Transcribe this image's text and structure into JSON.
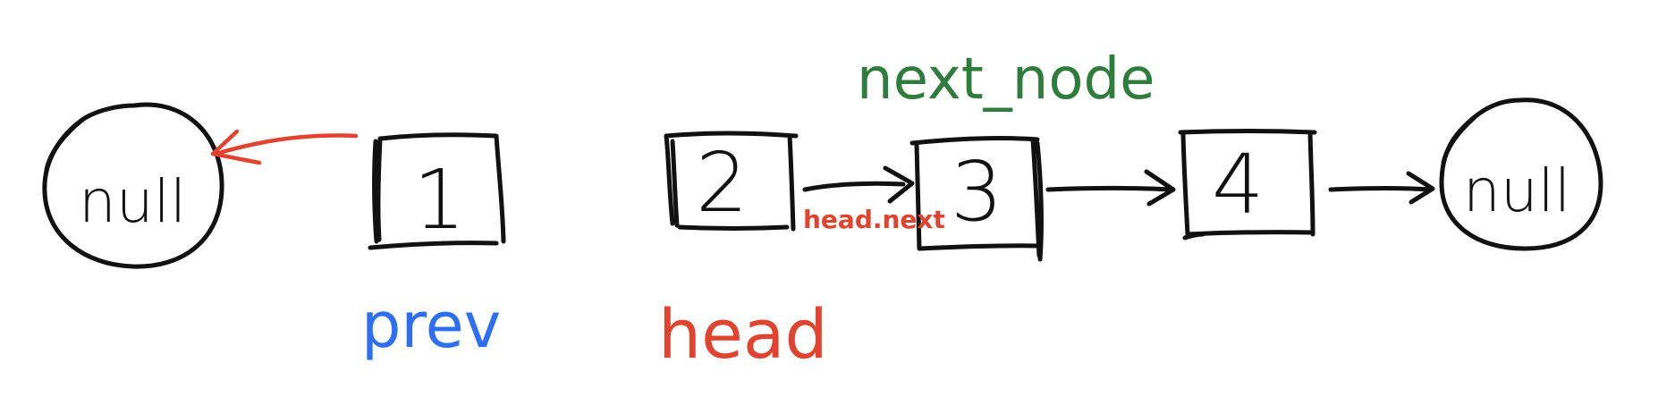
{
  "nodes": [
    {
      "id": "null-left",
      "label": "null",
      "shape": "circle"
    },
    {
      "id": "n1",
      "label": "1",
      "shape": "box"
    },
    {
      "id": "n2",
      "label": "2",
      "shape": "box"
    },
    {
      "id": "n3",
      "label": "3",
      "shape": "box"
    },
    {
      "id": "n4",
      "label": "4",
      "shape": "box"
    },
    {
      "id": "null-right",
      "label": "null",
      "shape": "circle"
    }
  ],
  "edges": [
    {
      "from": "n1",
      "to": "null-left",
      "color": "#e0442e"
    },
    {
      "from": "n2",
      "to": "n3",
      "color": "#111111",
      "label": "head.next",
      "label_color": "#e0442e"
    },
    {
      "from": "n3",
      "to": "n4",
      "color": "#111111"
    },
    {
      "from": "n4",
      "to": "null-right",
      "color": "#111111"
    }
  ],
  "labels": {
    "prev": {
      "text": "prev",
      "color": "#2e6ff2"
    },
    "head": {
      "text": "head",
      "color": "#e0442e"
    },
    "next_node": {
      "text": "next_node",
      "color": "#2f7d3c"
    },
    "head_next": {
      "text": "head.next",
      "color": "#e0442e"
    }
  },
  "colors": {
    "ink": "#111111",
    "red": "#e0442e",
    "blue": "#2e6ff2",
    "green": "#2f7d3c"
  }
}
